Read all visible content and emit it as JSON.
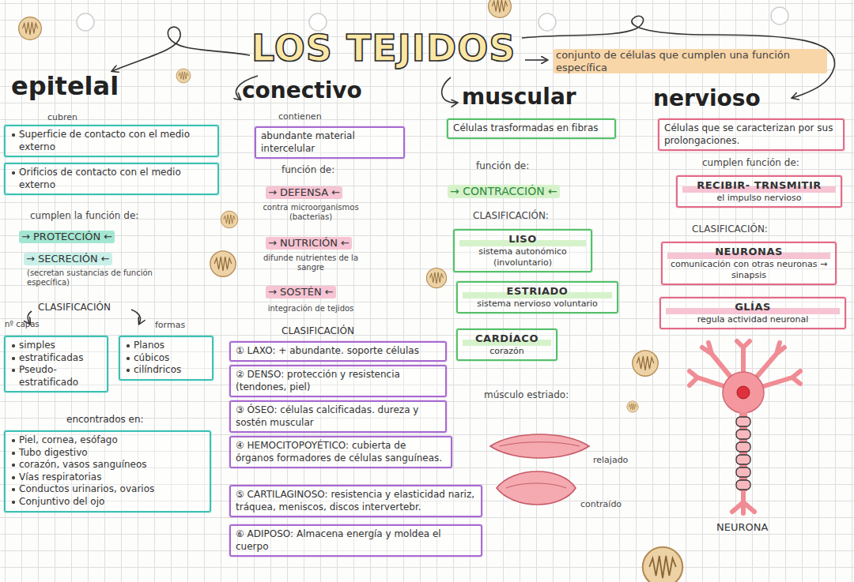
{
  "diagram": {
    "title": "LOS TEJIDOS",
    "nodes": [
      {
        "text": [
          "Superficie de contacto con el medio externo"
        ]
      },
      {
        "text": [
          "Orificios de contacto con el medio externo"
        ]
      },
      {
        "text": [
          "simples",
          "estratificadas",
          "Pseudo-estratificado"
        ]
      },
      {
        "text": [
          "Planos",
          "cúbicos",
          "cilíndricos"
        ]
      },
      {
        "text": [
          "Piel, cornea, esófago",
          "Tubo digestivo",
          "corazón, vasos sanguíneos",
          "Vías respiratorias",
          "Conductos urinarios, ovarios",
          "Conjuntivo del ojo"
        ]
      },
      {
        "text": [
          "abundante material intercelular"
        ]
      },
      {
        "text": [
          "① LAXO: + abundante. soporte células"
        ]
      },
      {
        "text": [
          "② DENSO: protección y resistencia (tendones, piel)"
        ]
      },
      {
        "text": [
          "③ ÓSEO: células calcificadas. dureza y sostén muscular"
        ]
      },
      {
        "text": [
          "④ HEMOCITOPOYÉTICO: cubierta de órganos formadores de células sanguíneas."
        ]
      },
      {
        "text": [
          "⑤ CARTILAGINOSO: resistencia y elasticidad nariz, tráquea, meniscos, discos intervertebr."
        ]
      },
      {
        "text": [
          "⑥ ADIPOSO: Almacena energía y moldea el cuerpo"
        ]
      },
      {
        "text": [
          "Células trasformadas en fibras"
        ]
      },
      {
        "text": [
          "LISO",
          "sistema autonómico (involuntario)"
        ]
      },
      {
        "text": [
          "ESTRIADO",
          "sistema nervioso voluntario"
        ]
      },
      {
        "text": [
          "CARDÍACO",
          "corazón"
        ]
      },
      {
        "text": [
          "Células que se caracterizan por sus prolongaciones."
        ]
      },
      {
        "text": [
          "RECIBIR- TRNSMITIR",
          "el impulso nervioso"
        ]
      },
      {
        "text": [
          "NEURONAS",
          "comunicación con otras neuronas → sinapsis"
        ]
      },
      {
        "text": [
          "GLÍAS",
          "regula actividad neuronal"
        ]
      }
    ],
    "labels": [
      "conjunto de células que cumplen una función específica",
      "epitelal",
      "conectivo",
      "muscular",
      "nervioso",
      "cubren",
      "cumplen la función de:",
      "→ PROTECCIÓN ←",
      "→ SECRECIÓN ←",
      "(secretan sustancias de función específica)",
      "CLASIFICACIÓN",
      "nº capas",
      "formas",
      "encontrados en:",
      "contienen",
      "función de:",
      "→ DEFENSA ←",
      "contra microorganismos (bacterias)",
      "→ NUTRICIÓN ←",
      "difunde nutrientes de la sangre",
      "→ SOSTÉN ←",
      "integración de tejidos",
      "CLASIFICACIÓN",
      "función de:",
      "→ CONTRACCIÓN ←",
      "CLASIFICACIÓN:",
      "músculo estriado:",
      "relajado",
      "contraído",
      "cumplen función de:",
      "CLASIFICACIÓN:",
      "NEURONA"
    ]
  }
}
